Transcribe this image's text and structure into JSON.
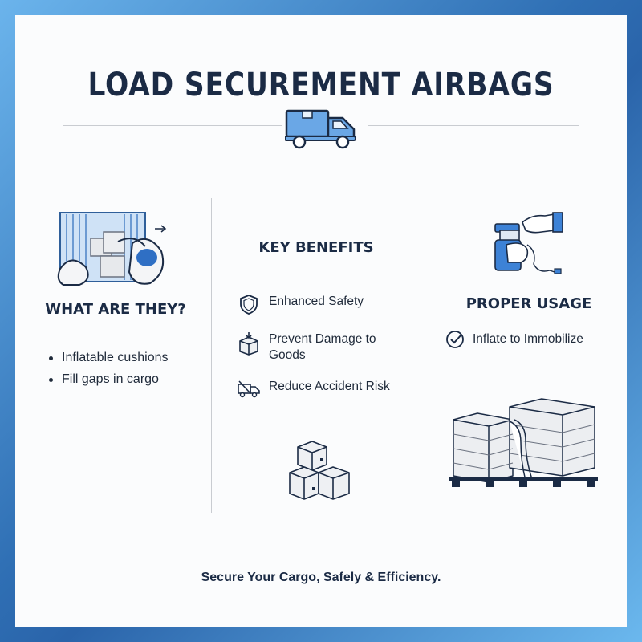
{
  "header": {
    "title": "LOAD SECUREMENT AIRBAGS"
  },
  "left": {
    "heading": "WHAT ARE THEY?",
    "bullets": [
      "Inflatable cushions",
      "Fill gaps in cargo"
    ]
  },
  "middle": {
    "heading": "KEY BENEFITS",
    "items": [
      {
        "icon": "shield-icon",
        "label": "Enhanced Safety"
      },
      {
        "icon": "box-down-icon",
        "label": "Prevent Damage to\nGoods"
      },
      {
        "icon": "truck-crash-icon",
        "label": "Reduce Accident Risk"
      }
    ]
  },
  "right": {
    "heading": "PROPER USAGE",
    "item": {
      "icon": "check-circle-icon",
      "label": "Inflate to Immobilize"
    }
  },
  "footer": {
    "text": "Secure Your Cargo, Safely & Efficiency."
  },
  "colors": {
    "accent": "#3d82d6",
    "dark": "#1b2b45"
  }
}
